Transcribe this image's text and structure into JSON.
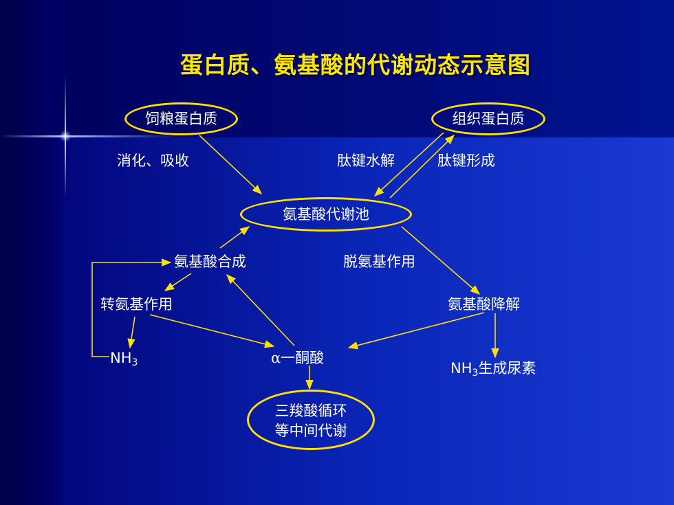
{
  "title": "蛋白质、氨基酸的代谢动态示意图",
  "nodes": {
    "feed_protein": "饲粮蛋白质",
    "tissue_protein": "组织蛋白质",
    "amino_acid_pool": "氨基酸代谢池",
    "aa_synthesis": "氨基酸合成",
    "deamination": "脱氨基作用",
    "transamination": "转氨基作用",
    "aa_degradation": "氨基酸降解",
    "nh3_left_main": "NH",
    "nh3_left_sub": "3",
    "alpha_keto_acid": "α一酮酸",
    "nh3_urea_main": "NH",
    "nh3_urea_sub": "3",
    "nh3_urea_rest": "生成尿素",
    "tca_line1": "三羧酸循环",
    "tca_line2": "等中间代谢"
  },
  "edge_labels": {
    "digestion": "消化、吸收",
    "hydrolysis": "肽键水解",
    "formation": "肽键形成"
  },
  "colors": {
    "background": "#000066",
    "title": "#ffe800",
    "oval_stroke": "#ffe000",
    "arrow": "#ffe000",
    "text": "#ffffff"
  }
}
